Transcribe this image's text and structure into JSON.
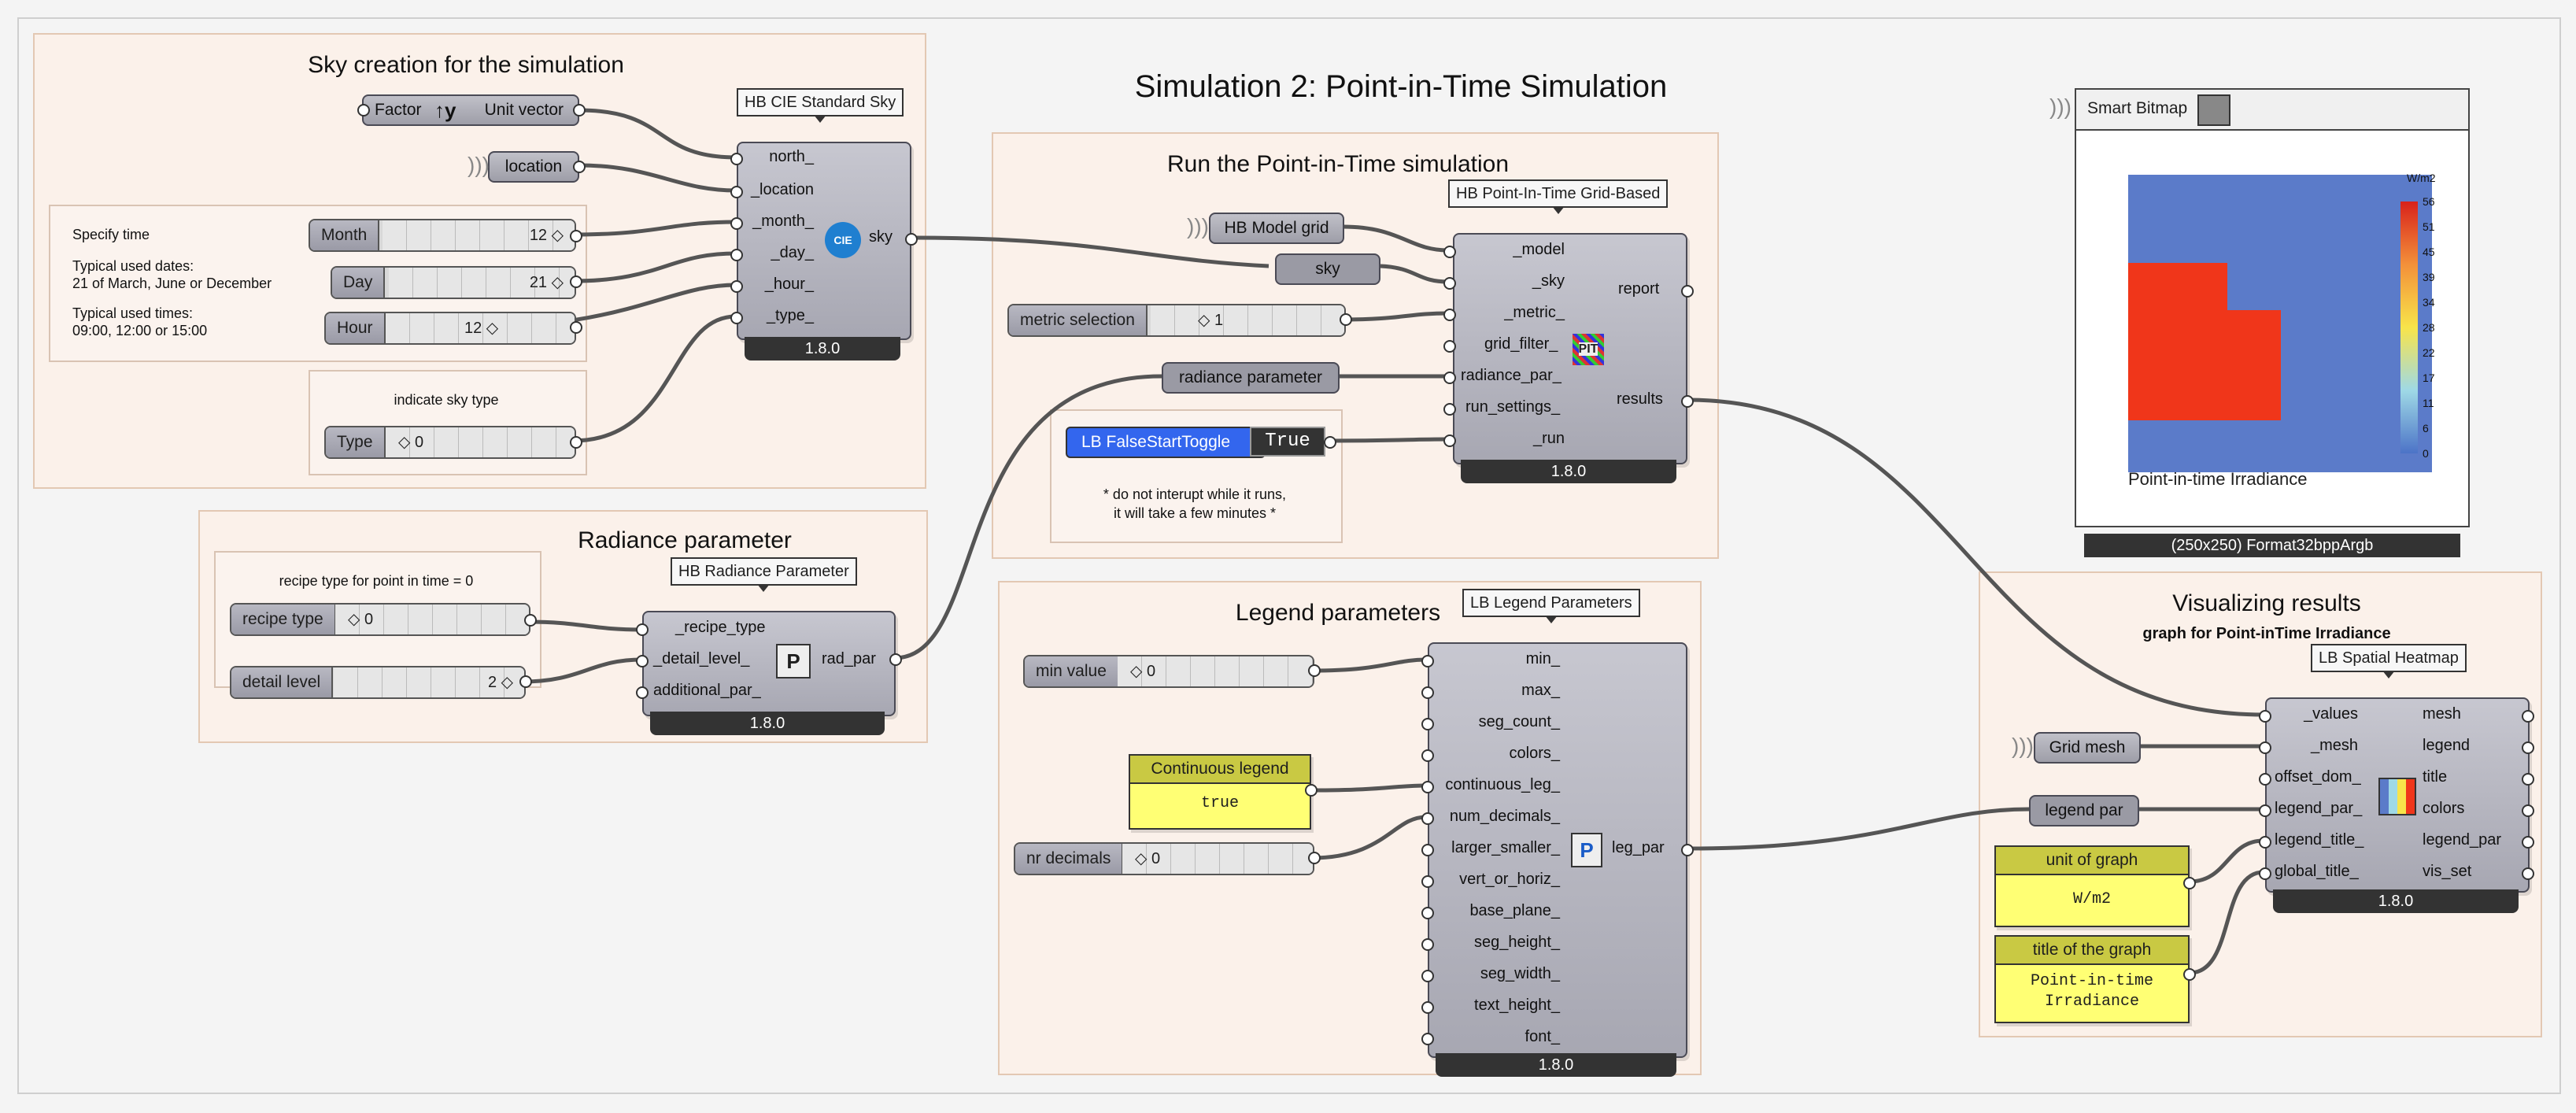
{
  "page": {
    "main_title": "Simulation 2: Point-in-Time Simulation"
  },
  "groups": {
    "sky_creation": "Sky creation for the simulation",
    "radiance_parameter": "Radiance parameter",
    "run_pit": "Run the Point-in-Time simulation",
    "legend_parameters": "Legend parameters",
    "visualizing_results": "Visualizing results",
    "visualizing_results_sub": "graph for Point-inTime Irradiance"
  },
  "notes": {
    "specify_time": "Specify time",
    "typical_dates_label": "Typical used dates:",
    "typical_dates": "21 of March, June or December",
    "typical_times_label": "Typical used times:",
    "typical_times": "09:00, 12:00 or 15:00",
    "indicate_sky_type": "indicate sky type",
    "recipe_type_note": "recipe type for point in time = 0",
    "interrupt_note_1": "* do not interupt while it runs,",
    "interrupt_note_2": "it will take a few minutes *"
  },
  "params": {
    "factor": "Factor",
    "unit_vector": "Unit vector",
    "location": "location",
    "hb_model_grid": "HB Model grid",
    "sky": "sky",
    "radiance_parameter": "radiance parameter",
    "grid_mesh": "Grid mesh",
    "legend_par": "legend par"
  },
  "sliders": {
    "month": {
      "name": "Month",
      "value": "12 ◇"
    },
    "day": {
      "name": "Day",
      "value": "21 ◇"
    },
    "hour": {
      "name": "Hour",
      "value": "12 ◇"
    },
    "type": {
      "name": "Type",
      "value": "◇ 0"
    },
    "recipe_type": {
      "name": "recipe type",
      "value": "◇ 0"
    },
    "detail_level": {
      "name": "detail level",
      "value": "2 ◇"
    },
    "metric_selection": {
      "name": "metric selection",
      "value": "◇ 1"
    },
    "min_value": {
      "name": "min value",
      "value": "◇ 0"
    },
    "nr_decimals": {
      "name": "nr decimals",
      "value": "◇ 0"
    }
  },
  "components": {
    "sky": {
      "label": "HB CIE Standard Sky",
      "inputs": [
        "north_",
        "_location",
        "_month_",
        "_day_",
        "_hour_",
        "_type_"
      ],
      "outputs": [
        "sky"
      ],
      "version": "1.8.0",
      "icon": "CIE"
    },
    "radpar": {
      "label": "HB Radiance Parameter",
      "inputs": [
        "_recipe_type",
        "_detail_level_",
        "additional_par_"
      ],
      "outputs": [
        "rad_par"
      ],
      "version": "1.8.0",
      "icon": "P"
    },
    "pit": {
      "label": "HB Point-In-Time Grid-Based",
      "inputs": [
        "_model",
        "_sky",
        "_metric_",
        "grid_filter_",
        "radiance_par_",
        "run_settings_",
        "_run"
      ],
      "outputs": [
        "report",
        "results"
      ],
      "version": "1.8.0",
      "icon": "PIT"
    },
    "legend": {
      "label": "LB Legend Parameters",
      "inputs": [
        "min_",
        "max_",
        "seg_count_",
        "colors_",
        "continuous_leg_",
        "num_decimals_",
        "larger_smaller_",
        "vert_or_horiz_",
        "base_plane_",
        "seg_height_",
        "seg_width_",
        "text_height_",
        "font_"
      ],
      "outputs": [
        "leg_par"
      ],
      "version": "1.8.0",
      "icon": "P"
    },
    "heatmap": {
      "label": "LB Spatial Heatmap",
      "inputs": [
        "_values",
        "_mesh",
        "offset_dom_",
        "legend_par_",
        "legend_title_",
        "global_title_"
      ],
      "outputs": [
        "mesh",
        "legend",
        "title",
        "colors",
        "legend_par",
        "vis_set"
      ],
      "version": "1.8.0"
    }
  },
  "toggle": {
    "label": "LB FalseStartToggle",
    "value": "True"
  },
  "panels": {
    "continuous_legend": {
      "title": "Continuous legend",
      "body": "true"
    },
    "unit_of_graph": {
      "title": "unit of graph",
      "body": "W/m2"
    },
    "title_of_graph": {
      "title": "title of the graph",
      "body1": "Point-in-time",
      "body2": "Irradiance"
    }
  },
  "bitmap": {
    "label": "Smart Bitmap",
    "footer": "(250x250) Format32bppArgb",
    "caption": "Point-in-time Irradiance",
    "legend_unit": "W/m2",
    "legend_ticks": [
      "56",
      "51",
      "45",
      "39",
      "34",
      "28",
      "22",
      "17",
      "11",
      "6",
      "0"
    ],
    "colors": {
      "low": "#5b7bc9",
      "high": "#f0361a"
    }
  }
}
